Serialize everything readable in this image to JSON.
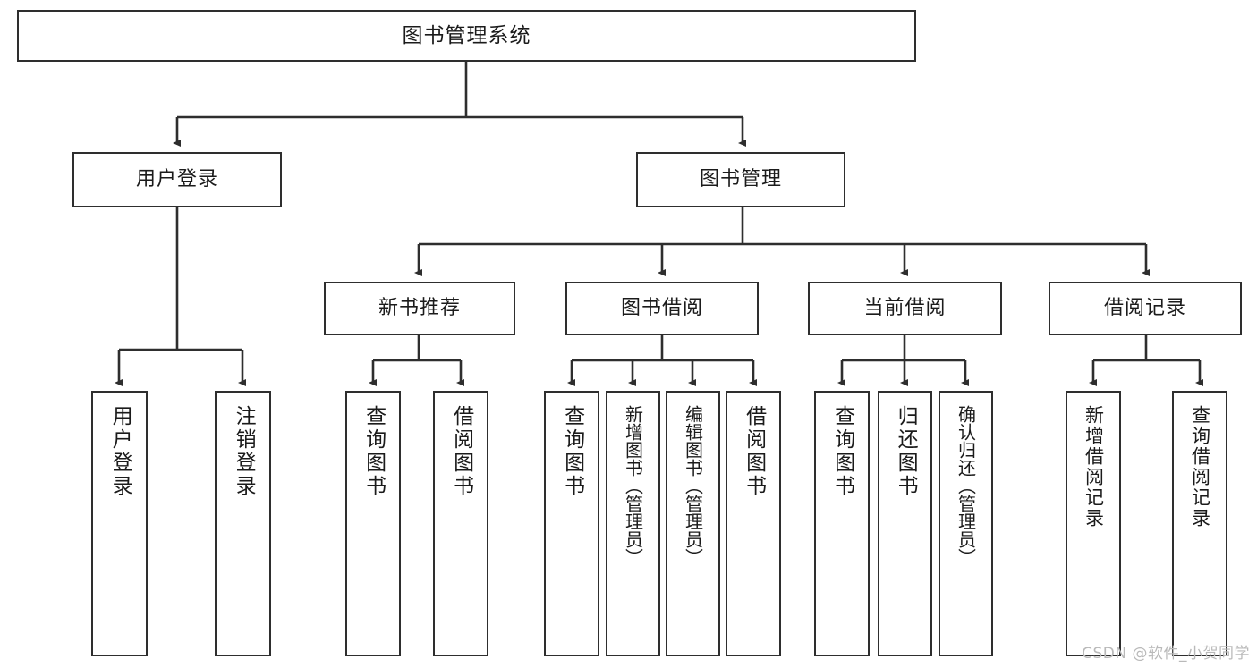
{
  "diagram": {
    "title": "图书管理系统",
    "type": "tree",
    "root": {
      "label": "图书管理系统"
    },
    "level2": [
      {
        "label": "用户登录"
      },
      {
        "label": "图书管理"
      }
    ],
    "level3": [
      {
        "label": "新书推荐"
      },
      {
        "label": "图书借阅"
      },
      {
        "label": "当前借阅"
      },
      {
        "label": "借阅记录"
      }
    ],
    "leaves": {
      "user_login": [
        {
          "label": "用户登录"
        },
        {
          "label": "注销登录"
        }
      ],
      "new_book_recommend": [
        {
          "label": "查询图书"
        },
        {
          "label": "借阅图书"
        }
      ],
      "book_borrow": [
        {
          "label": "查询图书"
        },
        {
          "label": "新增图书（管理员）"
        },
        {
          "label": "编辑图书（管理员）"
        },
        {
          "label": "借阅图书"
        }
      ],
      "current_borrow": [
        {
          "label": "查询图书"
        },
        {
          "label": "归还图书"
        },
        {
          "label": "确认归还（管理员）"
        }
      ],
      "borrow_record": [
        {
          "label": "新增借阅记录"
        },
        {
          "label": "查询借阅记录"
        }
      ]
    }
  },
  "watermark": {
    "text": "CSDN @软件_小贺同学"
  },
  "colors": {
    "stroke": "#2e2e2e",
    "background": "#ffffff",
    "text": "#1b1b1b",
    "watermark": "#b9b9b9"
  }
}
